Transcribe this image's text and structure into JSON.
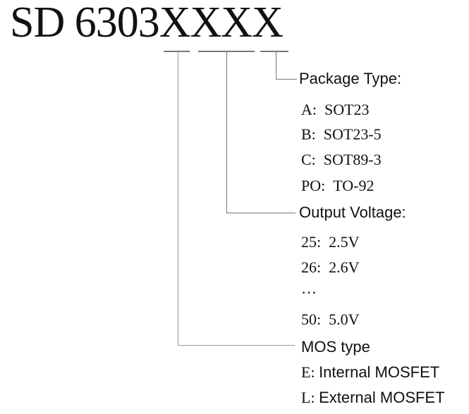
{
  "title": "SD 6303XXXX",
  "package": {
    "header": "Package Type:",
    "items": [
      {
        "code": "A:",
        "value": "SOT23"
      },
      {
        "code": "B:",
        "value": "SOT23-5"
      },
      {
        "code": "C:",
        "value": "SOT89-3"
      },
      {
        "code": "PO:",
        "value": "TO-92"
      }
    ]
  },
  "voltage": {
    "header": "Output Voltage:",
    "items": [
      {
        "code": "25:",
        "value": "2.5V"
      },
      {
        "code": "26:",
        "value": "2.6V"
      },
      {
        "code": "",
        "value": "…"
      },
      {
        "code": "50:",
        "value": "5.0V"
      }
    ]
  },
  "mos": {
    "header": "MOS type",
    "items": [
      {
        "code": "E:",
        "value": "Internal MOSFET"
      },
      {
        "code": "L:",
        "value": "External MOSFET"
      }
    ]
  }
}
